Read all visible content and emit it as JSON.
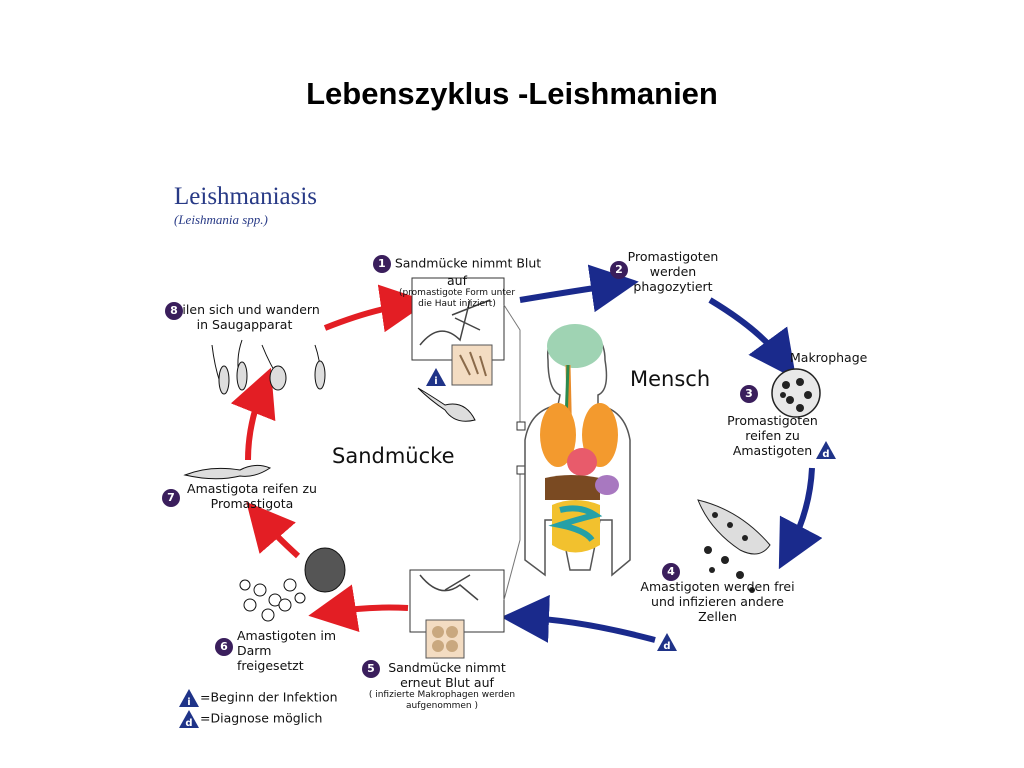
{
  "slide_title": "Lebenszyklus -Leishmanien",
  "diagram": {
    "title": "Leishmaniasis",
    "subtitle": "(Leishmania spp.)",
    "regions": {
      "human": "Mensch",
      "sandfly": "Sandmücke"
    },
    "macrophage_label": "Makrophage",
    "steps": [
      {
        "num": "1",
        "text": "Sandmücke nimmt Blut auf",
        "note": "(promastigote Form unter die Haut injiziert)"
      },
      {
        "num": "2",
        "text": "Promastigoten werden phagozytiert"
      },
      {
        "num": "3",
        "text": "Promastigoten reifen zu Amastigoten"
      },
      {
        "num": "4",
        "text": "Amastigoten werden frei und infizieren andere Zellen"
      },
      {
        "num": "5",
        "text": "Sandmücke nimmt erneut Blut auf",
        "note": "( infizierte Makrophagen werden aufgenommen )"
      },
      {
        "num": "6",
        "text": "Amastigoten im Darm freigesetzt"
      },
      {
        "num": "7",
        "text": "Amastigota reifen zu Promastigota"
      },
      {
        "num": "8",
        "text": "Teilen sich und wandern in Saugapparat"
      }
    ],
    "legend": [
      {
        "symbol": "i",
        "text": "=Beginn der Infektion"
      },
      {
        "symbol": "d",
        "text": "=Diagnose möglich"
      }
    ]
  },
  "colors": {
    "human_cycle": "#1a2a8c",
    "sandfly_cycle": "#e31e24",
    "step_badge": "#3a1e5c",
    "legend_triangle": "#1f3388"
  }
}
